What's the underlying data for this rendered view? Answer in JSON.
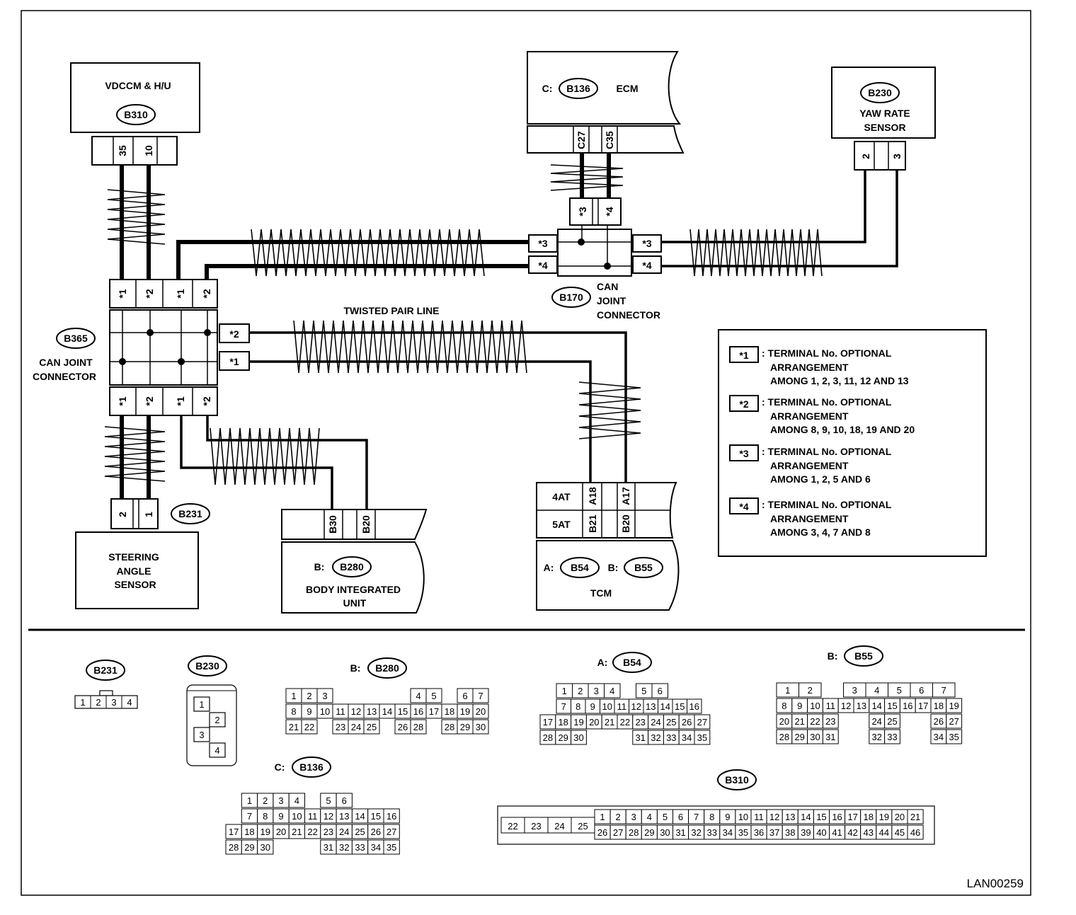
{
  "frame_code": "LAN00259",
  "wiring": {
    "vdccm": {
      "title": "VDCCM & H/U",
      "code": "B310",
      "pins": [
        "35",
        "10"
      ]
    },
    "ecm": {
      "prefix": "C:",
      "code": "B136",
      "title": "ECM",
      "pins": [
        "C27",
        "C35"
      ]
    },
    "yaw": {
      "code": "B230",
      "title_line1": "YAW RATE",
      "title_line2": "SENSOR",
      "pins": [
        "2",
        "3"
      ]
    },
    "b170": {
      "code": "B170",
      "line1": "CAN",
      "line2": "JOINT",
      "line3": "CONNECTOR",
      "pins_top": [
        "*3",
        "*4"
      ],
      "pins_left": [
        "*3",
        "*4"
      ],
      "pins_right": [
        "*3",
        "*4"
      ]
    },
    "b365": {
      "code": "B365",
      "line1": "CAN JOINT",
      "line2": "CONNECTOR",
      "pins_top": [
        "*1",
        "*2",
        "*1",
        "*2"
      ],
      "pins_bottom": [
        "*1",
        "*2",
        "*1",
        "*2"
      ],
      "pins_right": [
        "*2",
        "*1"
      ]
    },
    "twisted_label": "TWISTED PAIR LINE",
    "steering": {
      "code": "B231",
      "line1": "STEERING",
      "line2": "ANGLE",
      "line3": "SENSOR",
      "pins": [
        "2",
        "1"
      ]
    },
    "body": {
      "prefix": "B:",
      "code": "B280",
      "line1": "BODY INTEGRATED",
      "line2": "UNIT",
      "pins": [
        "B30",
        "B20"
      ]
    },
    "tcm": {
      "row1": "4AT",
      "row2": "5AT",
      "pins_row1": [
        "A18",
        "A17"
      ],
      "pins_row2": [
        "B21",
        "B20"
      ],
      "prefix_a": "A:",
      "code_a": "B54",
      "prefix_b": "B:",
      "code_b": "B55",
      "title": "TCM"
    }
  },
  "legend": [
    {
      "sym": "*1",
      "line1": ": TERMINAL No. OPTIONAL",
      "line2": "ARRANGEMENT",
      "line3": "AMONG 1, 2, 3, 11, 12  AND 13"
    },
    {
      "sym": "*2",
      "line1": ": TERMINAL No. OPTIONAL",
      "line2": "ARRANGEMENT",
      "line3": "AMONG 8, 9, 10, 18, 19  AND 20"
    },
    {
      "sym": "*3",
      "line1": ": TERMINAL No. OPTIONAL",
      "line2": "ARRANGEMENT",
      "line3": "AMONG 1, 2, 5  AND 6"
    },
    {
      "sym": "*4",
      "line1": ": TERMINAL No. OPTIONAL",
      "line2": "ARRANGEMENT",
      "line3": "AMONG 3, 4, 7  AND 8"
    }
  ],
  "connectors": {
    "b231": {
      "code": "B231",
      "pins": [
        "1",
        "2",
        "3",
        "4"
      ]
    },
    "b230": {
      "code": "B230",
      "pins": [
        "1",
        "2",
        "3",
        "4"
      ]
    },
    "b280": {
      "prefix": "B:",
      "code": "B280",
      "row1": [
        "1",
        "2",
        "3",
        "",
        "",
        "",
        "",
        "",
        "4",
        "5",
        "",
        "6",
        "7"
      ],
      "row2": [
        "8",
        "9",
        "10",
        "11",
        "12",
        "13",
        "14",
        "15",
        "16",
        "17",
        "18",
        "19",
        "20"
      ],
      "row3": [
        "21",
        "22",
        "",
        "23",
        "24",
        "25",
        "",
        "26",
        "28",
        "",
        "28",
        "29",
        "30"
      ]
    },
    "b136": {
      "prefix": "C:",
      "code": "B136",
      "row1": [
        "",
        "1",
        "2",
        "3",
        "4",
        "",
        "5",
        "6"
      ],
      "row2": [
        "",
        "7",
        "8",
        "9",
        "10",
        "11",
        "12",
        "13",
        "14",
        "15",
        "16"
      ],
      "row3": [
        "17",
        "18",
        "19",
        "20",
        "21",
        "22",
        "23",
        "24",
        "25",
        "26",
        "27"
      ],
      "row4": [
        "28",
        "29",
        "30",
        "",
        "",
        "",
        "31",
        "32",
        "33",
        "34",
        "35"
      ]
    },
    "b54": {
      "prefix": "A:",
      "code": "B54",
      "row1": [
        "1",
        "2",
        "3",
        "4",
        "",
        "5",
        "6"
      ],
      "row2": [
        "7",
        "8",
        "9",
        "10",
        "11",
        "12",
        "13",
        "14",
        "15",
        "16"
      ],
      "row3": [
        "17",
        "18",
        "19",
        "20",
        "21",
        "22",
        "23",
        "24",
        "25",
        "26",
        "27"
      ],
      "row4": [
        "28",
        "29",
        "30",
        "",
        "",
        "",
        "31",
        "32",
        "33",
        "34",
        "35"
      ]
    },
    "b55": {
      "prefix": "B:",
      "code": "B55",
      "row1": [
        "1",
        "2",
        "",
        "3",
        "4",
        "5",
        "6",
        "7"
      ],
      "row2": [
        "8",
        "9",
        "10",
        "11",
        "12",
        "13",
        "14",
        "15",
        "16",
        "17",
        "18",
        "19"
      ],
      "row3": [
        "20",
        "21",
        "22",
        "23",
        "",
        "",
        "24",
        "25",
        "",
        "",
        "26",
        "27"
      ],
      "row4": [
        "28",
        "29",
        "30",
        "31",
        "",
        "",
        "32",
        "33",
        "",
        "",
        "34",
        "35"
      ]
    },
    "b310": {
      "code": "B310",
      "left": [
        "22",
        "23",
        "24",
        "25"
      ],
      "row1": [
        "1",
        "2",
        "3",
        "4",
        "5",
        "6",
        "7",
        "8",
        "9",
        "10",
        "11",
        "12",
        "13",
        "14",
        "15",
        "16",
        "17",
        "18",
        "19",
        "20",
        "21"
      ],
      "row2": [
        "26",
        "27",
        "28",
        "29",
        "30",
        "31",
        "32",
        "33",
        "34",
        "35",
        "36",
        "37",
        "38",
        "39",
        "40",
        "41",
        "42",
        "43",
        "44",
        "45",
        "46"
      ]
    }
  }
}
